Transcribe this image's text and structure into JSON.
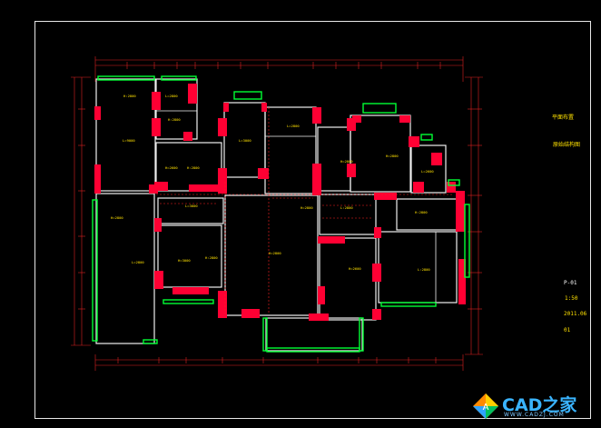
{
  "drawing": {
    "right_panel": {
      "title_line1": "平面布置",
      "title_line2": "原始结构图",
      "sheet_code": "P-01",
      "scale": "1:50",
      "date": "2011.06",
      "page_no": "01"
    },
    "room_labels": [
      "L=9000",
      "H:2800",
      "L=2800",
      "H:2800",
      "H=2600",
      "H:2800",
      "L=3000",
      "L=2800",
      "H=2800",
      "H=2800",
      "H=2800",
      "L=2600",
      "H:2800",
      "H=2600",
      "L:2800",
      "H=3000",
      "H:2800",
      "L=3000",
      "H=2800",
      "L:2800",
      "H=2800",
      "L=2800"
    ],
    "colors": {
      "background": "#000000",
      "wall_fill": "#ff0033",
      "wall_line": "#ffffff",
      "window": "#00ff33",
      "text": "#ffe100",
      "dimension": "#ff2020",
      "hatch": "#ff3030"
    }
  },
  "watermark": {
    "brand": "CAD之家",
    "url": "WWW.CADZJ.COM",
    "icon": "cad-house-logo-icon"
  }
}
